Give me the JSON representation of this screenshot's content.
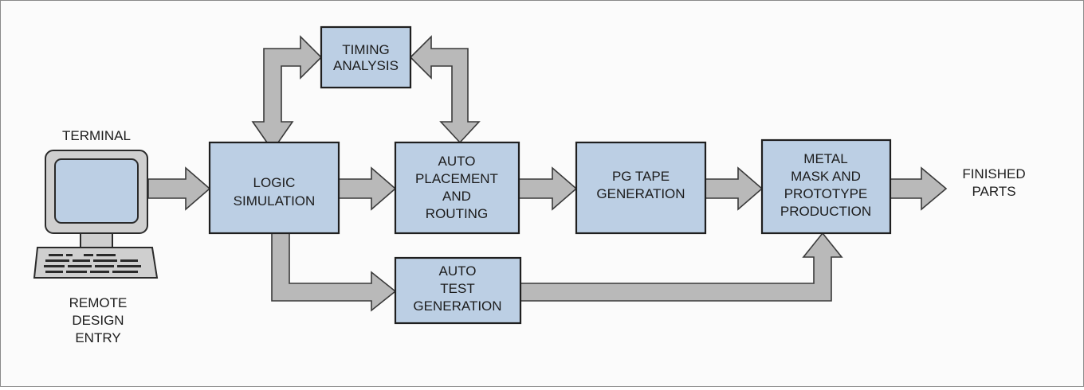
{
  "diagram": {
    "terminal_label": "TERMINAL",
    "remote_label": [
      "REMOTE",
      "DESIGN",
      "ENTRY"
    ],
    "finished_label": [
      "FINISHED",
      "PARTS"
    ],
    "boxes": {
      "timing": [
        "TIMING",
        "ANALYSIS"
      ],
      "logic": [
        "LOGIC",
        "SIMULATION"
      ],
      "placement": [
        "AUTO",
        "PLACEMENT",
        "AND",
        "ROUTING"
      ],
      "pgtape": [
        "PG TAPE",
        "GENERATION"
      ],
      "metal": [
        "METAL",
        "MASK AND",
        "PROTOTYPE",
        "PRODUCTION"
      ],
      "autotest": [
        "AUTO",
        "TEST",
        "GENERATION"
      ]
    },
    "colors": {
      "box_fill": "#bccfe4",
      "arrow_fill": "#b9b9b9",
      "terminal_body": "#c8c8c8"
    }
  }
}
